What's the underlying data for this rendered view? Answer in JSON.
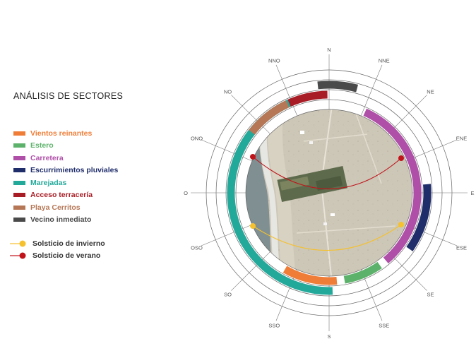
{
  "title": "ANÁLISIS DE SECTORES",
  "legend": [
    {
      "label": "Vientos reinantes",
      "color": "#ef7d37"
    },
    {
      "label": "Estero",
      "color": "#5db26b"
    },
    {
      "label": "Carretera",
      "color": "#b04fa8"
    },
    {
      "label": "Escurrimientos pluviales",
      "color": "#1f2d6b"
    },
    {
      "label": "Marejadas",
      "color": "#23a99a"
    },
    {
      "label": "Acceso terracería",
      "color": "#a81d25"
    },
    {
      "label": "Playa Cerritos",
      "color": "#b67756"
    },
    {
      "label": "Vecino inmediato",
      "color": "#4a4a4a"
    }
  ],
  "sun": {
    "winter": {
      "label": "Solsticio de invierno",
      "color": "#f5c12e"
    },
    "summer": {
      "label": "Solsticio de verano",
      "color": "#c0141a"
    }
  },
  "directions": [
    "N",
    "NNE",
    "NE",
    "ENE",
    "E",
    "ESE",
    "SE",
    "SSE",
    "S",
    "SSO",
    "SO",
    "OSO",
    "O",
    "ONO",
    "NO",
    "NNO"
  ]
}
